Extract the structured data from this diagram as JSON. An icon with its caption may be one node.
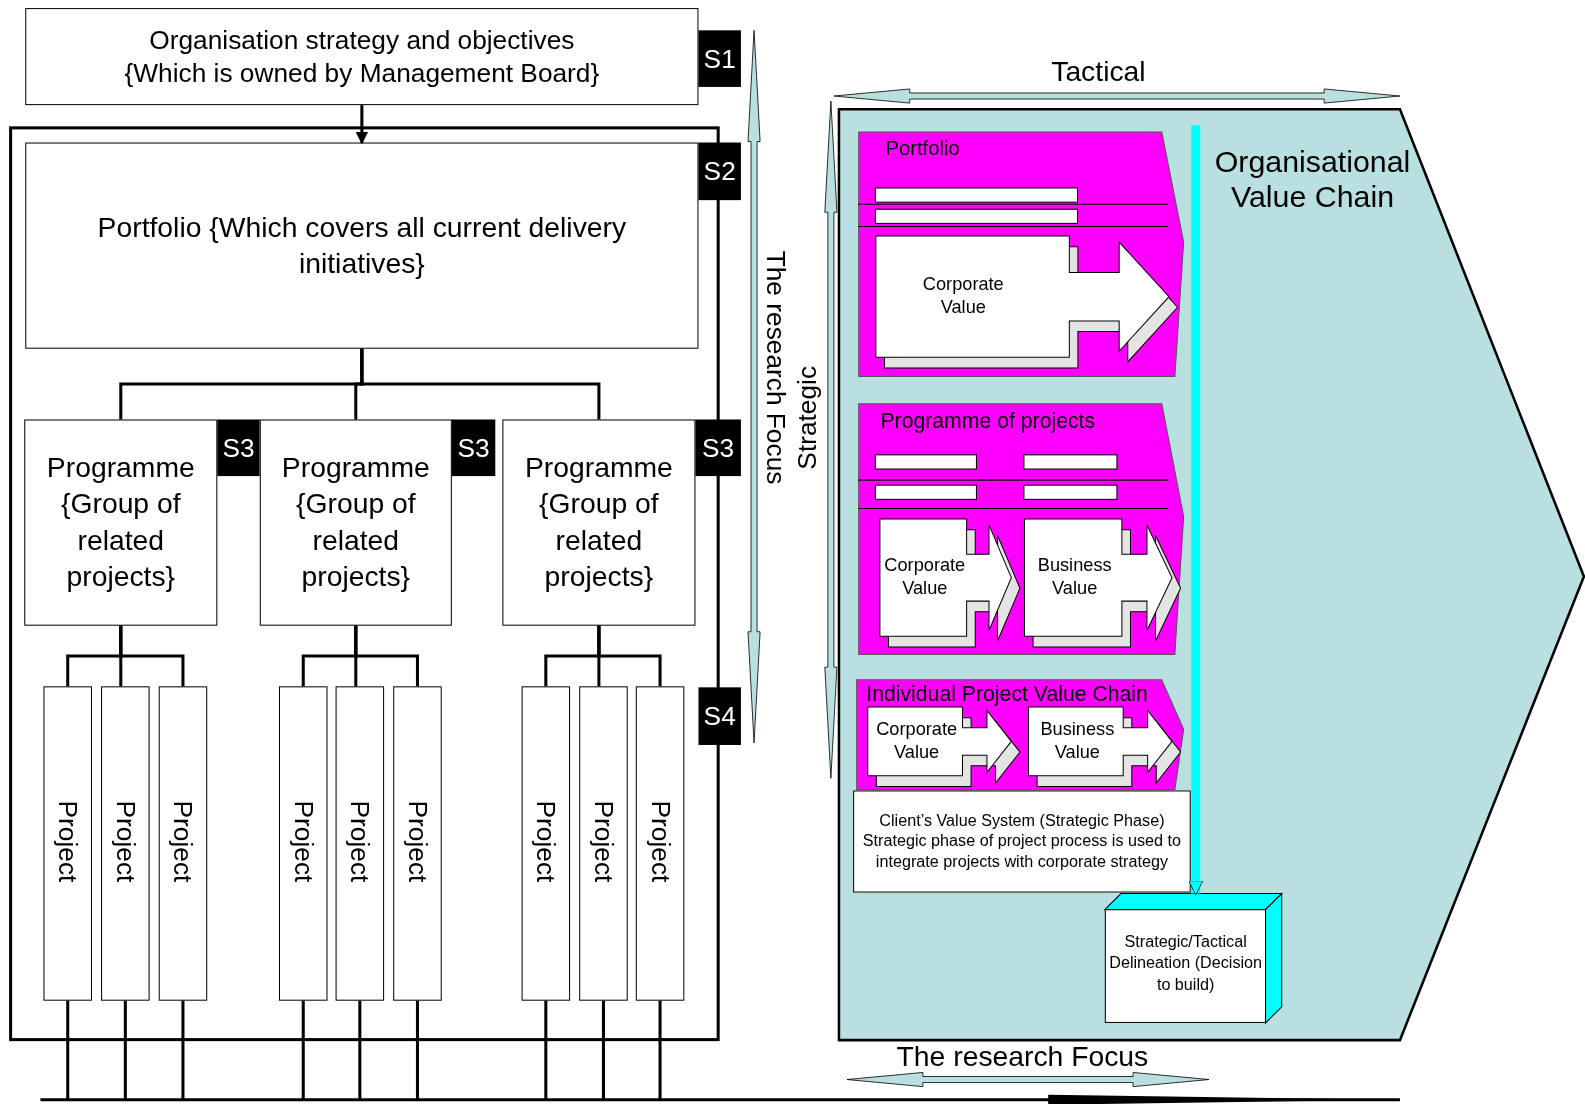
{
  "diagram": {
    "nodes": [
      {
        "text": [
          "Organisation strategy and objectives {Which is owned by Management Board}"
        ],
        "beside": [
          "S1"
        ]
      },
      {
        "text": [
          "Portfolio {Which covers all current delivery initiatives}"
        ],
        "beside": [
          "S2"
        ]
      },
      {
        "text": [
          "Programme {Group of related projects}"
        ],
        "beside": [
          "S3"
        ]
      },
      {
        "text": [
          "Programme {Group of related projects}"
        ],
        "beside": [
          "S3"
        ]
      },
      {
        "text": [
          "Programme {Group of related projects}"
        ],
        "beside": [
          "S3"
        ]
      },
      {
        "text": [
          "Project"
        ]
      },
      {
        "text": [
          "Project"
        ]
      },
      {
        "text": [
          "Project"
        ]
      },
      {
        "text": [
          "Project"
        ]
      },
      {
        "text": [
          "Project"
        ]
      },
      {
        "text": [
          "Project"
        ]
      },
      {
        "text": [
          "Project"
        ]
      },
      {
        "text": [
          "Project"
        ]
      },
      {
        "text": [
          "Project"
        ]
      },
      {
        "text": [],
        "shape": "bar"
      },
      {
        "text": [
          "Organisational Value Chain"
        ]
      },
      {
        "text": [
          "Portfolio"
        ],
        "in": 15
      },
      {
        "text": [
          "Corporate Value"
        ],
        "in": 16
      },
      {
        "text": [
          "Programme of projects"
        ],
        "in": 15
      },
      {
        "text": [
          "Corporate Value"
        ],
        "in": 18
      },
      {
        "text": [
          "Business Value"
        ],
        "in": 18
      },
      {
        "text": [
          "Individual Project Value Chain"
        ],
        "in": 15
      },
      {
        "text": [
          "Corporate Value"
        ],
        "in": 21
      },
      {
        "text": [
          "Business Value"
        ],
        "in": 21
      },
      {
        "text": [
          "Client’s Value System (Strategic Phase)",
          "Strategic phase of project process is used to integrate projects with corporate strategy"
        ],
        "in": 15
      },
      {
        "text": [
          "Strategic/Tactical Delineation (Decision to build)"
        ],
        "in": 15
      }
    ],
    "edges": [
      {
        "from": 0,
        "to": 1,
        "arrow": "to"
      },
      {
        "from": 1,
        "to": 2,
        "arrow": "none"
      },
      {
        "from": 1,
        "to": 3,
        "arrow": "none"
      },
      {
        "from": 1,
        "to": 4,
        "arrow": "none"
      },
      {
        "from": 2,
        "to": 5,
        "arrow": "none"
      },
      {
        "from": 2,
        "to": 6,
        "arrow": "none"
      },
      {
        "from": 2,
        "to": 7,
        "arrow": "none"
      },
      {
        "from": 3,
        "to": 8,
        "arrow": "none"
      },
      {
        "from": 3,
        "to": 9,
        "arrow": "none"
      },
      {
        "from": 3,
        "to": 10,
        "arrow": "none"
      },
      {
        "from": 4,
        "to": 11,
        "arrow": "none"
      },
      {
        "from": 4,
        "to": 12,
        "arrow": "none"
      },
      {
        "from": 4,
        "to": 13,
        "arrow": "none"
      },
      {
        "from": 5,
        "to": 14,
        "arrow": "none"
      },
      {
        "from": 6,
        "to": 14,
        "arrow": "none"
      },
      {
        "from": 7,
        "to": 14,
        "arrow": "none"
      },
      {
        "from": 8,
        "to": 14,
        "arrow": "none"
      },
      {
        "from": 9,
        "to": 14,
        "arrow": "none"
      },
      {
        "from": 10,
        "to": 14,
        "arrow": "none"
      },
      {
        "from": 11,
        "to": 14,
        "arrow": "none"
      },
      {
        "from": 12,
        "to": 14,
        "arrow": "none"
      },
      {
        "from": 13,
        "to": 14,
        "arrow": "none"
      },
      {
        "from": null,
        "to": 25,
        "arrow": "to",
        "style": "thick",
        "color": "#00ffff"
      }
    ],
    "labels": [
      "Tactical",
      "The research Focus",
      "Strategic",
      "S4",
      "The research Focus"
    ]
  }
}
